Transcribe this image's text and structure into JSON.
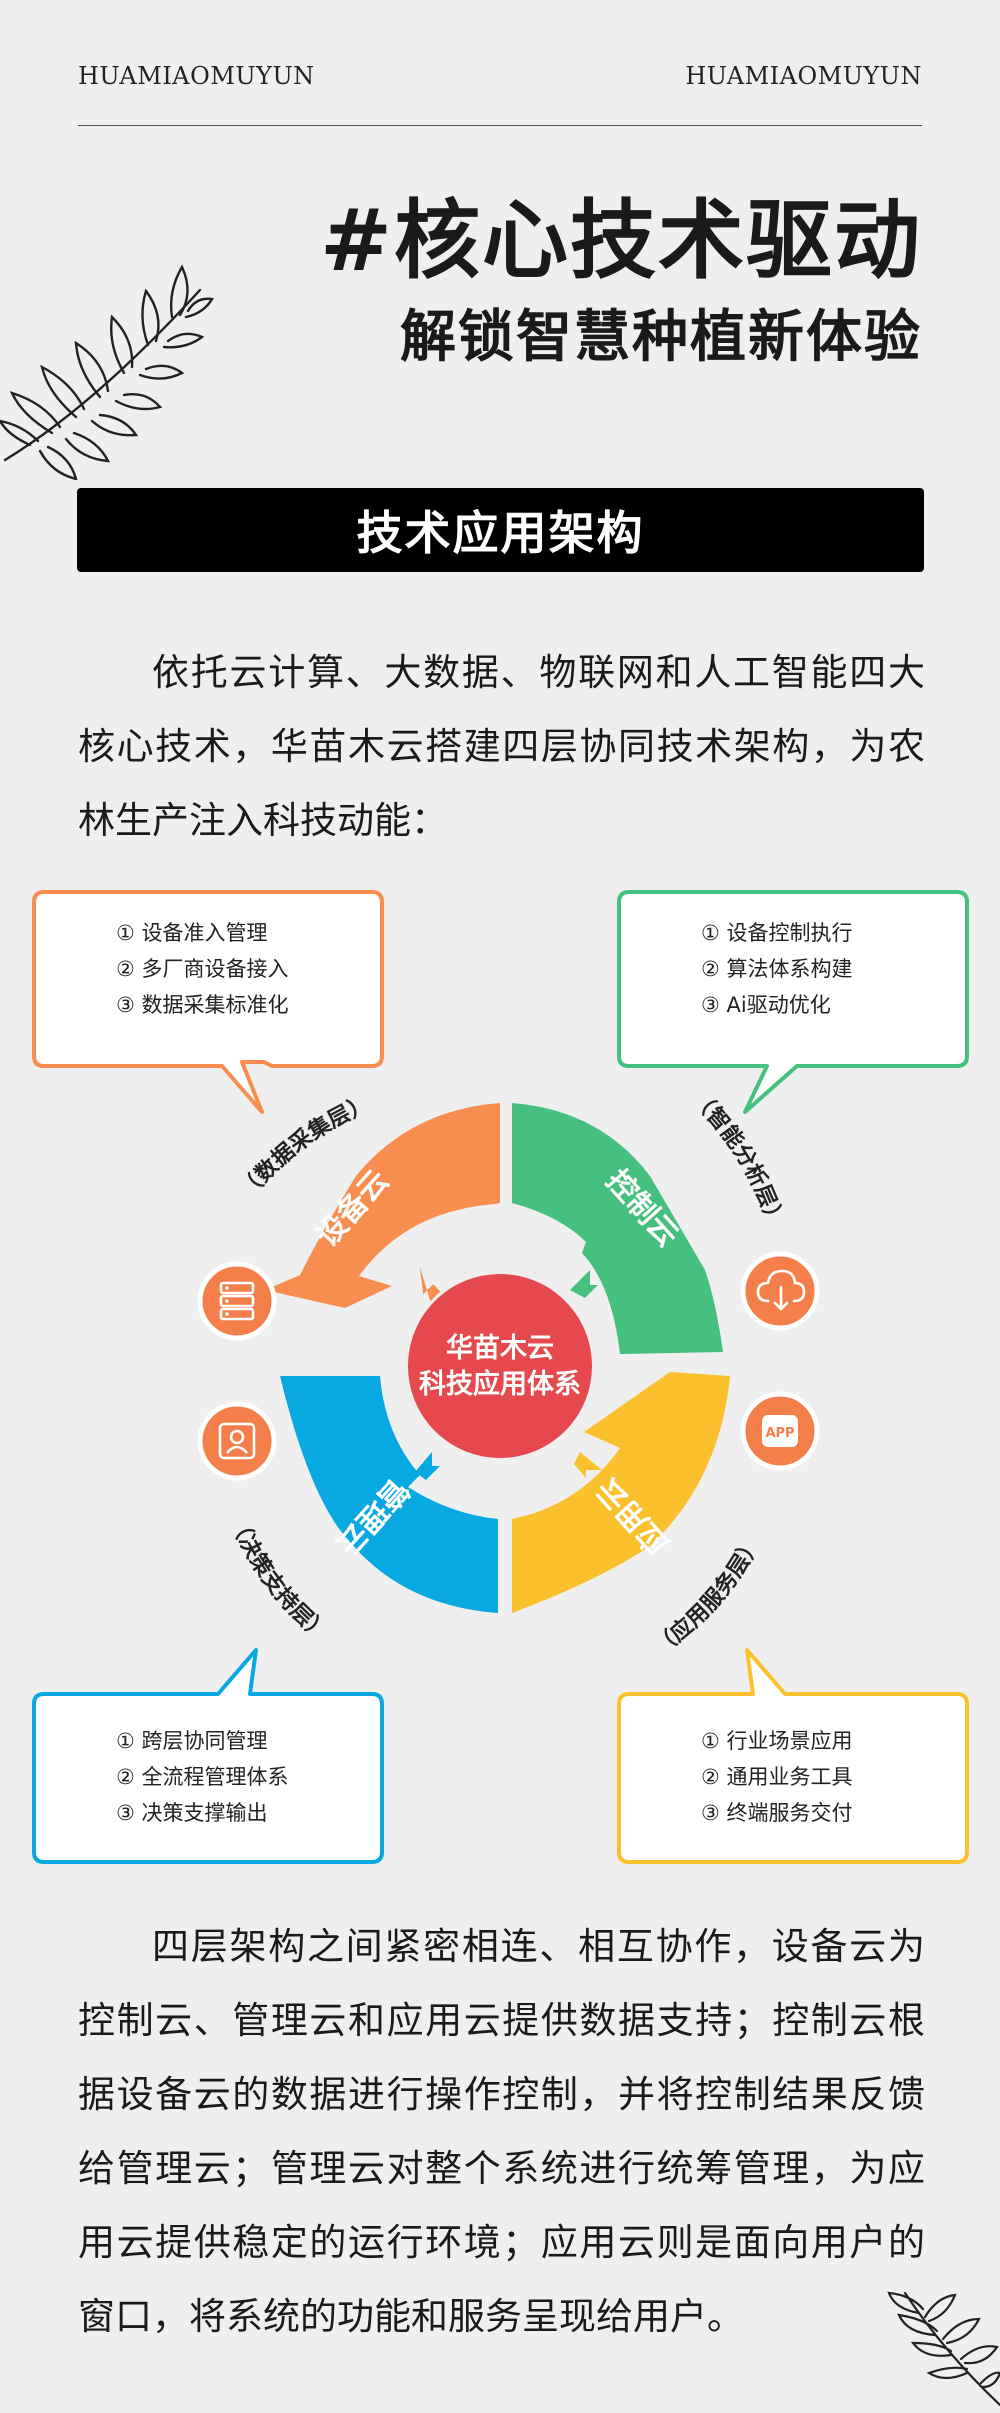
{
  "header": {
    "brand_left": "HUAMIAOMUYUN",
    "brand_right": "HUAMIAOMUYUN",
    "title": "#核心技术驱动",
    "subtitle": "解锁智慧种植新体验"
  },
  "section_title": "技术应用架构",
  "intro": "依托云计算、大数据、物联网和人工智能四大核心技术，华苗木云搭建四层协同技术架构，为农林生产注入科技动能：",
  "diagram": {
    "center_line1": "华苗木云",
    "center_line2": "科技应用体系",
    "segments": [
      {
        "name": "设备云",
        "layer": "（数据采集层）",
        "color": "#f78d4f",
        "icon": "server-icon",
        "items": [
          "① 设备准入管理",
          "② 多厂商设备接入",
          "③ 数据采集标准化"
        ]
      },
      {
        "name": "控制云",
        "layer": "（智能分析层）",
        "color": "#45c07e",
        "icon": "cloud-download-icon",
        "items": [
          "① 设备控制执行",
          "② 算法体系构建",
          "③ Ai驱动优化"
        ]
      },
      {
        "name": "应用云",
        "layer": "（应用服务层）",
        "color": "#fbc02d",
        "icon": "app-icon",
        "items": [
          "① 行业场景应用",
          "② 通用业务工具",
          "③ 终端服务交付"
        ]
      },
      {
        "name": "管理云",
        "layer": "（决策支持层）",
        "color": "#08a9e3",
        "icon": "user-icon",
        "items": [
          "① 跨层协同管理",
          "② 全流程管理体系",
          "③ 决策支撑输出"
        ]
      }
    ],
    "center_color": "#e5484d",
    "icon_color": "#f47f4a"
  },
  "conclusion": "四层架构之间紧密相连、相互协作，设备云为控制云、管理云和应用云提供数据支持；控制云根据设备云的数据进行操作控制，并将控制结果反馈给管理云；管理云对整个系统进行统筹管理，为应用云提供稳定的运行环境；应用云则是面向用户的窗口，将系统的功能和服务呈现给用户。"
}
